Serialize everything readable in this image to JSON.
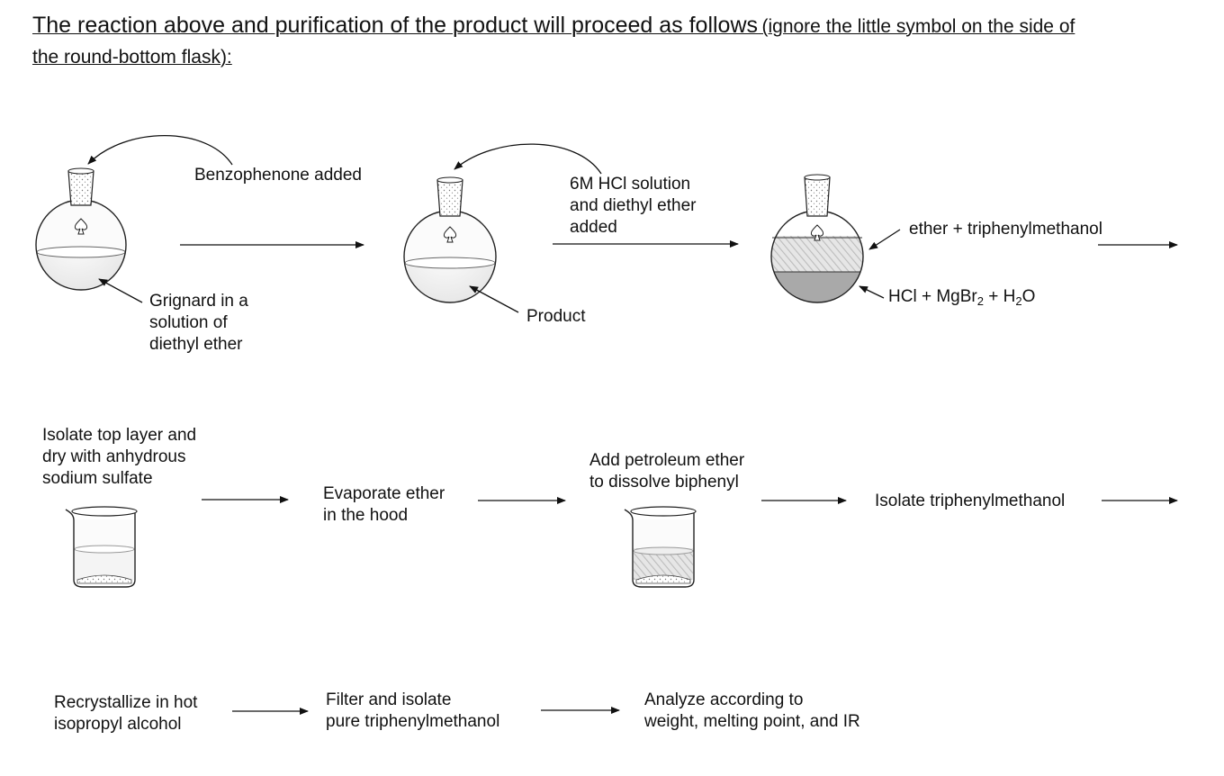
{
  "heading": {
    "main": "The reaction above and purification of the product will proceed as follows",
    "note": "(ignore the little symbol on the side of",
    "line2": "the round-bottom flask):"
  },
  "row1": {
    "benzophenone": "Benzophenone added",
    "grignard": "Grignard in a\nsolution of\ndiethyl ether",
    "hcl_added": "6M HCl solution\nand diethyl ether\nadded",
    "product": "Product",
    "top_layer": "ether + triphenylmethanol",
    "bottom_layer": {
      "a": "HCl + MgBr",
      "sub1": "2",
      "b": " + H",
      "sub2": "2",
      "c": "O"
    }
  },
  "row2": {
    "isolate_dry": "Isolate top layer and\ndry with anhydrous\nsodium sulfate",
    "evaporate": "Evaporate ether\nin the hood",
    "petroleum": "Add petroleum ether\nto dissolve biphenyl",
    "isolate_trip": "Isolate triphenylmethanol"
  },
  "row3": {
    "recrystallize": "Recrystallize in hot\nisopropyl alcohol",
    "filter": "Filter and isolate\npure triphenylmethanol",
    "analyze": "Analyze according to\nweight, melting point, and IR"
  }
}
